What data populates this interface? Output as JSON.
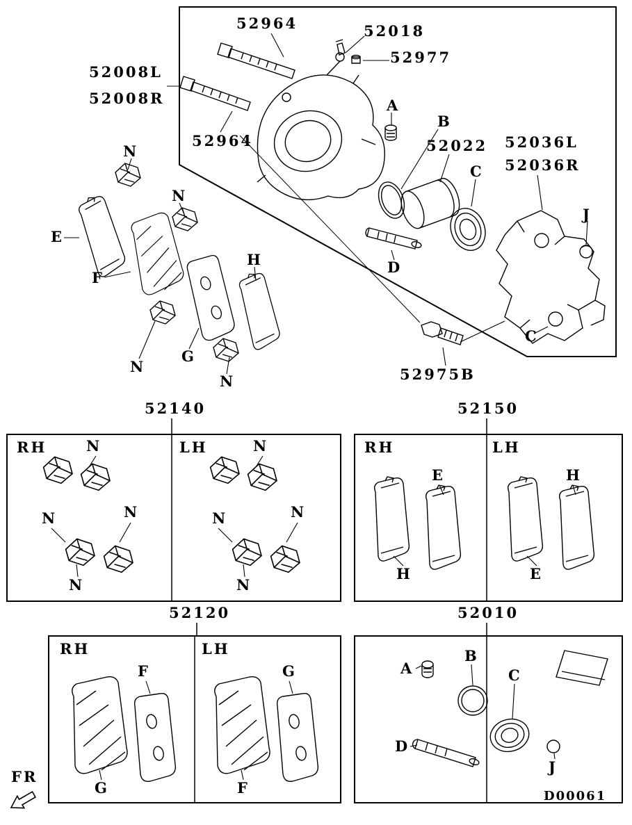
{
  "doc": {
    "code": "D00061",
    "front_label": "FR"
  },
  "exploded": {
    "caliper_pin_upper": "52964",
    "bleeder_screw": "52018",
    "bleeder_cap": "52977",
    "caliper_assy_left": "52008L",
    "caliper_assy_right": "52008R",
    "caliper_pin_lower": "52964",
    "grease_a": "A",
    "piston_seal_b": "B",
    "piston": "52022",
    "carrier_left": "52036L",
    "carrier_right": "52036R",
    "piston_boot_c": "C",
    "pin_boot_j": "J",
    "outer_shim_e": "E",
    "clip_n": "N",
    "pad_f": "F",
    "inner_shim_h": "H",
    "guide_pin_d": "D",
    "pad_g": "G",
    "carrier_c": "C",
    "guide_bolt": "52975B"
  },
  "kits": {
    "clip_kit": {
      "part_no": "52140",
      "rh": "RH",
      "lh": "LH",
      "clip": "N"
    },
    "shim_kit": {
      "part_no": "52150",
      "rh": "RH",
      "lh": "LH",
      "shim_e": "E",
      "shim_h": "H"
    },
    "pad_kit": {
      "part_no": "52120",
      "rh": "RH",
      "lh": "LH",
      "pad_f": "F",
      "pad_g": "G"
    },
    "seal_kit": {
      "part_no": "52010",
      "item_a": "A",
      "item_b": "B",
      "item_c": "C",
      "item_d": "D",
      "item_j": "J"
    }
  }
}
